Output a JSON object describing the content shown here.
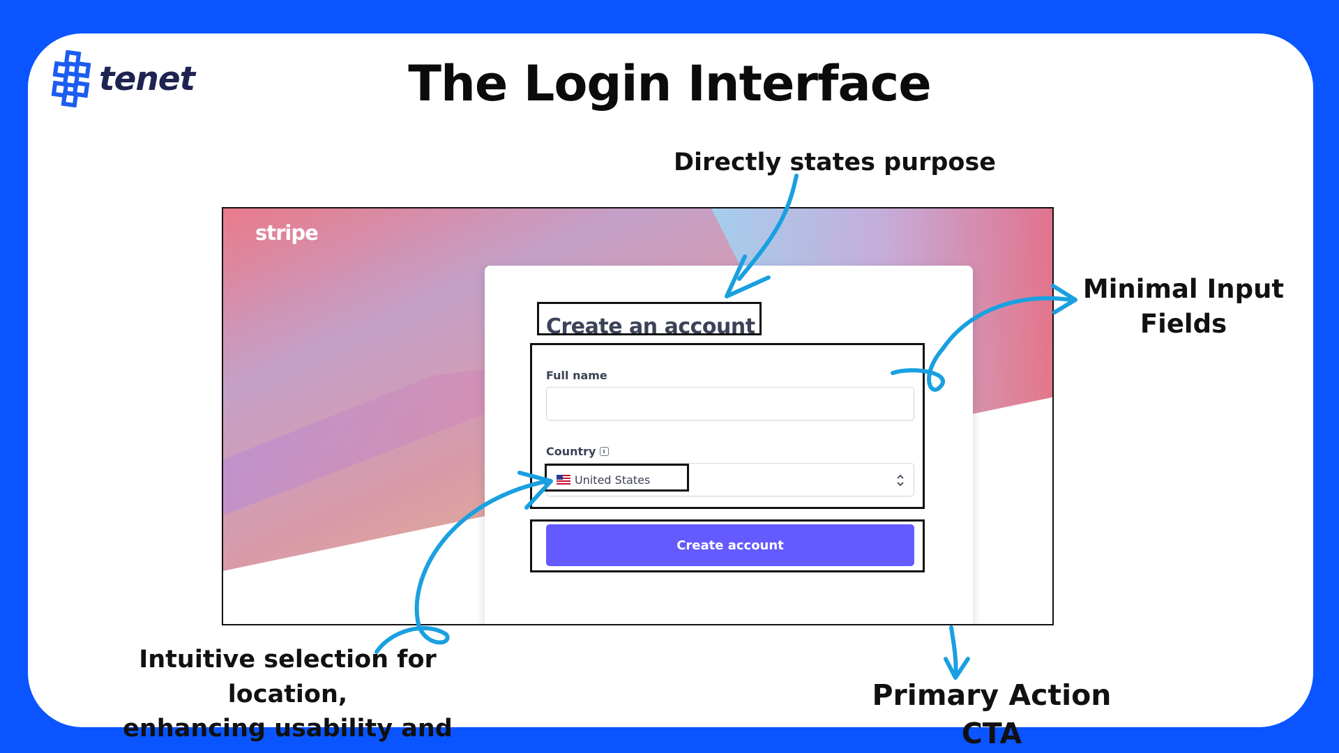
{
  "brand": {
    "name": "tenet",
    "color": "#0a55ff"
  },
  "slide": {
    "title": "The Login Interface"
  },
  "annotations": {
    "purpose": "Directly states purpose",
    "fields_line1": "Minimal Input",
    "fields_line2": "Fields",
    "location_line1": "Intuitive selection for location,",
    "location_line2": "enhancing usability and trust.",
    "cta": "Primary Action CTA",
    "arrow_color": "#1aa0e0"
  },
  "screenshot": {
    "logo": "stripe",
    "form": {
      "title": "Create an account",
      "fullname_label": "Full name",
      "fullname_value": "",
      "country_label": "Country",
      "country_value": "United States",
      "submit_label": "Create account",
      "accent": "#635bff"
    }
  },
  "icons": [
    "tenet-logo-icon",
    "info-icon",
    "us-flag-icon",
    "chevron-updown-icon",
    "arrow-icon"
  ]
}
